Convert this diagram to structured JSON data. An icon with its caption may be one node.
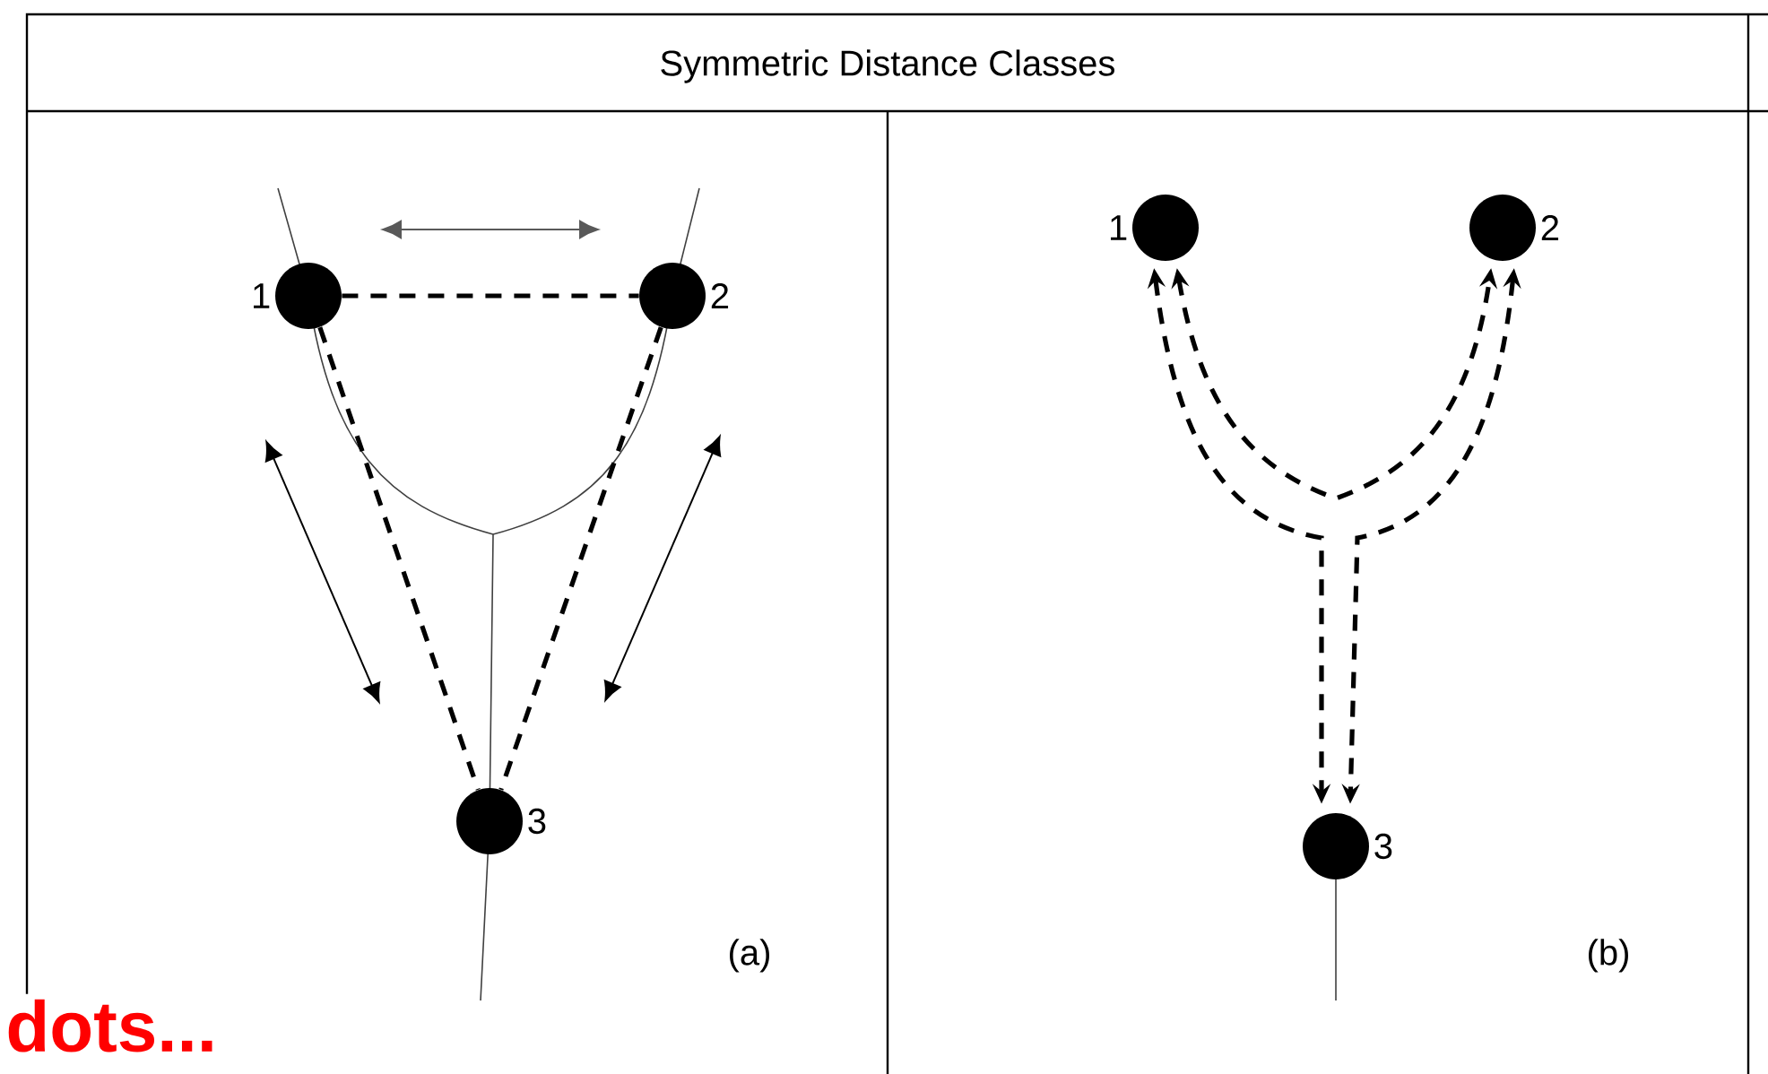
{
  "diagram": {
    "title": "Symmetric Distance Classes",
    "nodes": [
      {
        "text": [],
        "shape": "circle",
        "beside": [
          "1"
        ]
      },
      {
        "text": [],
        "shape": "circle",
        "beside": [
          "2"
        ]
      },
      {
        "text": [],
        "shape": "circle",
        "beside": [
          "3"
        ]
      },
      {
        "text": [],
        "shape": "circle",
        "beside": [
          "1"
        ]
      },
      {
        "text": [],
        "shape": "circle",
        "beside": [
          "2"
        ]
      },
      {
        "text": [],
        "shape": "circle",
        "beside": [
          "3"
        ]
      }
    ],
    "edges": [
      {
        "from": 0,
        "to": 1,
        "arrow": "none",
        "style": "dashed"
      },
      {
        "from": 0,
        "to": 2,
        "arrow": "none",
        "style": "dashed"
      },
      {
        "from": 1,
        "to": 2,
        "arrow": "none",
        "style": "dashed"
      },
      {
        "from": 3,
        "to": 4,
        "arrow": "both",
        "style": "dashed"
      },
      {
        "from": 3,
        "to": 5,
        "arrow": "both",
        "style": "dashed"
      },
      {
        "from": 4,
        "to": 5,
        "arrow": "both",
        "style": "dashed"
      }
    ],
    "labels": [
      "(a)",
      "(b)",
      "dots..."
    ]
  }
}
